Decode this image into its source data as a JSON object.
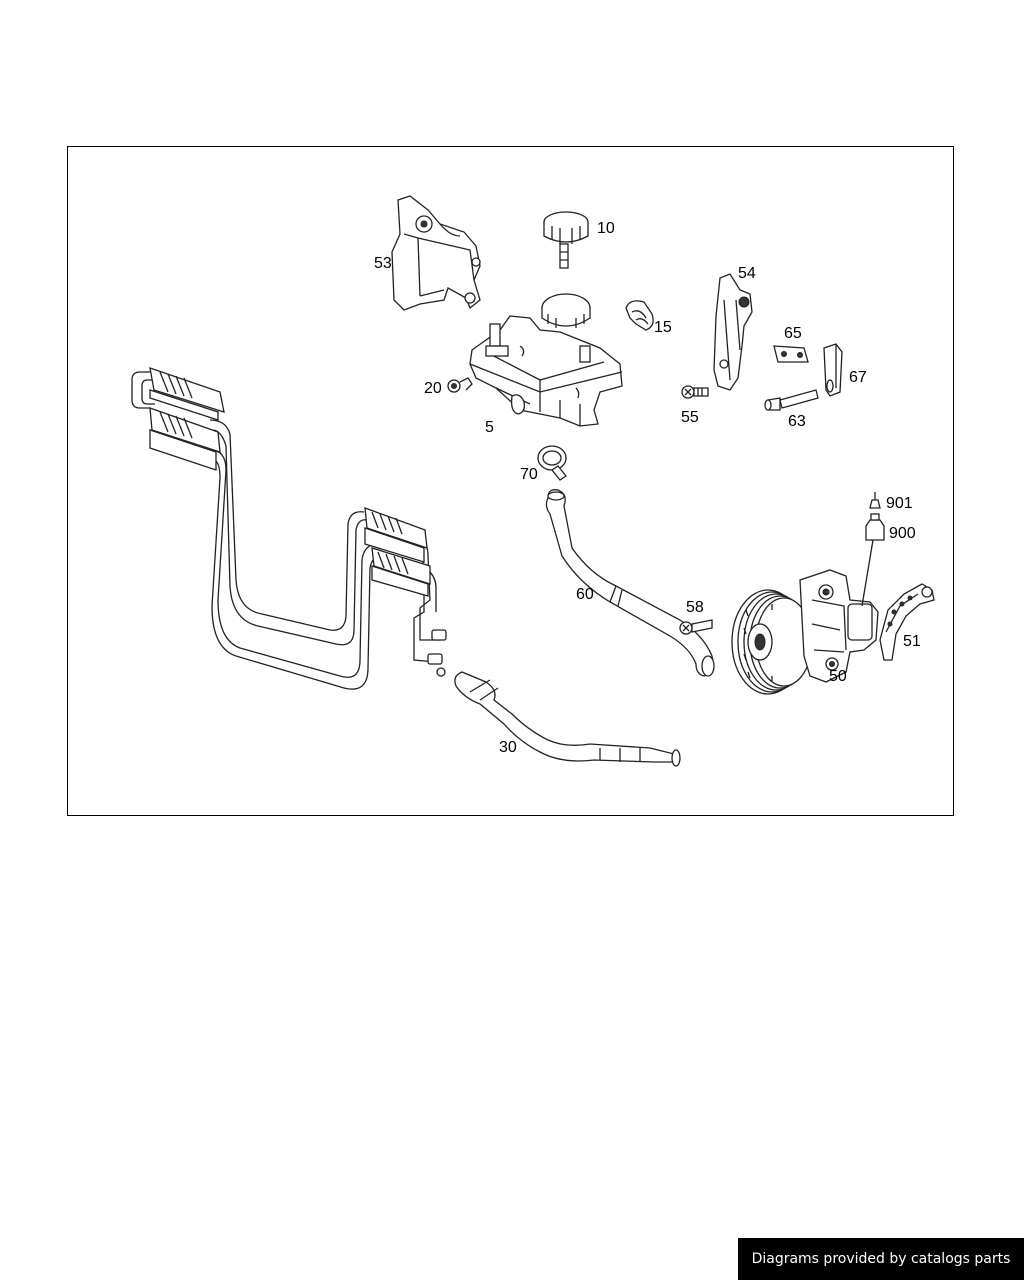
{
  "diagram": {
    "callouts": {
      "c5": "5",
      "c10": "10",
      "c15": "15",
      "c20": "20",
      "c30": "30",
      "c50": "50",
      "c51": "51",
      "c53": "53",
      "c54": "54",
      "c55": "55",
      "c58": "58",
      "c60": "60",
      "c63": "63",
      "c65": "65",
      "c67": "67",
      "c70": "70",
      "c900": "900",
      "c901": "901"
    }
  },
  "footer": {
    "credit": "Diagrams provided by catalogs parts"
  }
}
